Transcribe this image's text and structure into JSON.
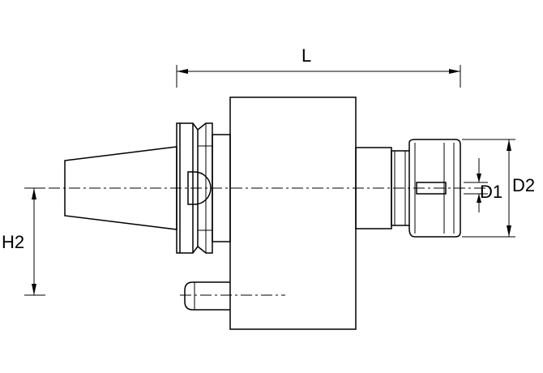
{
  "diagram": {
    "dimension_labels": {
      "length": "L",
      "bore_diameter": "D1",
      "collet_nut_diameter": "D2",
      "offset_height": "H2"
    },
    "colors": {
      "line": "#000000",
      "background": "#ffffff"
    }
  }
}
